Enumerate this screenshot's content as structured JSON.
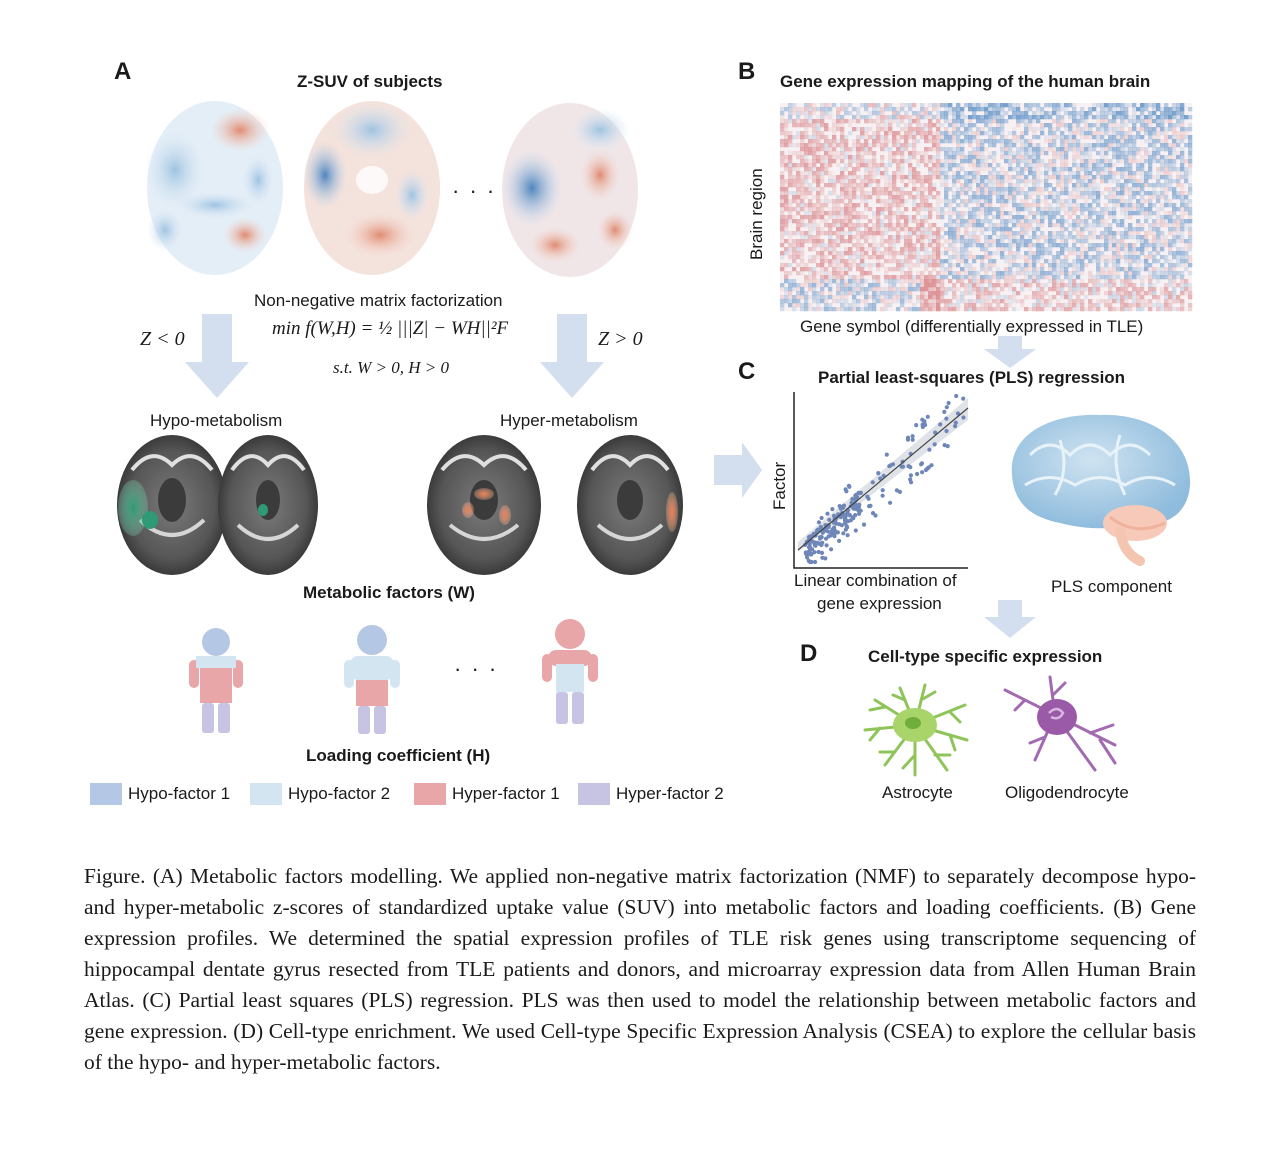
{
  "panel_a": {
    "letter": "A",
    "title": "Z-SUV of subjects",
    "ellipsis": "· · ·",
    "nmf_label": "Non-negative matrix factorization",
    "equation_line1": "min f(W,H) = ½ |||Z| − WH||²F",
    "equation_line2": "s.t. W > 0, H > 0",
    "z_less": "Z < 0",
    "z_greater": "Z > 0",
    "hypo_label": "Hypo-metabolism",
    "hyper_label": "Hyper-metabolism",
    "metabolic_factors": "Metabolic factors (W)",
    "loading_ellipsis": "· · ·",
    "loading_coefficient": "Loading coefficient (H)"
  },
  "legend": [
    {
      "label": "Hypo-factor 1",
      "color": "#b4c7e4"
    },
    {
      "label": "Hypo-factor 2",
      "color": "#d3e5f1"
    },
    {
      "label": "Hyper-factor 1",
      "color": "#e9a6a8"
    },
    {
      "label": "Hyper-factor 2",
      "color": "#c7c3e2"
    }
  ],
  "panel_b": {
    "letter": "B",
    "title": "Gene expression mapping of the human brain",
    "ylabel": "Brain region",
    "xlabel": "Gene symbol (differentially expressed in TLE)"
  },
  "panel_c": {
    "letter": "C",
    "title": "Partial least-squares (PLS) regression",
    "ylabel": "Factor",
    "xlabel_line1": "Linear combination of",
    "xlabel_line2": "gene expression",
    "brain_label": "PLS component"
  },
  "panel_d": {
    "letter": "D",
    "title": "Cell-type specific expression",
    "cell1": "Astrocyte",
    "cell2": "Oligodendrocyte"
  },
  "caption": "Figure. (A) Metabolic factors modelling. We applied non-negative matrix factorization (NMF) to separately decompose hypo- and hyper-metabolic z-scores of standardized uptake value (SUV) into metabolic factors and loading coefficients. (B) Gene expression profiles. We determined the spatial expression profiles of TLE risk genes using transcriptome sequencing of hippocampal dentate gyrus resected from TLE patients and donors, and microarray expression data from Allen Human Brain Atlas. (C) Partial least squares (PLS) regression. PLS was then used to model the relationship between metabolic factors and gene expression. (D) Cell-type enrichment. We used Cell-type Specific Expression Analysis (CSEA) to explore the cellular basis of the hypo- and hyper-metabolic factors.",
  "colors": {
    "arrow": "#d3deef",
    "heat_red": "#d9868a",
    "heat_blue": "#5b8fc6",
    "scatter_point": "#6f86b8",
    "brain_blue": "#a9cde6",
    "astrocyte": "#a9d46a",
    "oligodendrocyte": "#9a5aa8"
  }
}
